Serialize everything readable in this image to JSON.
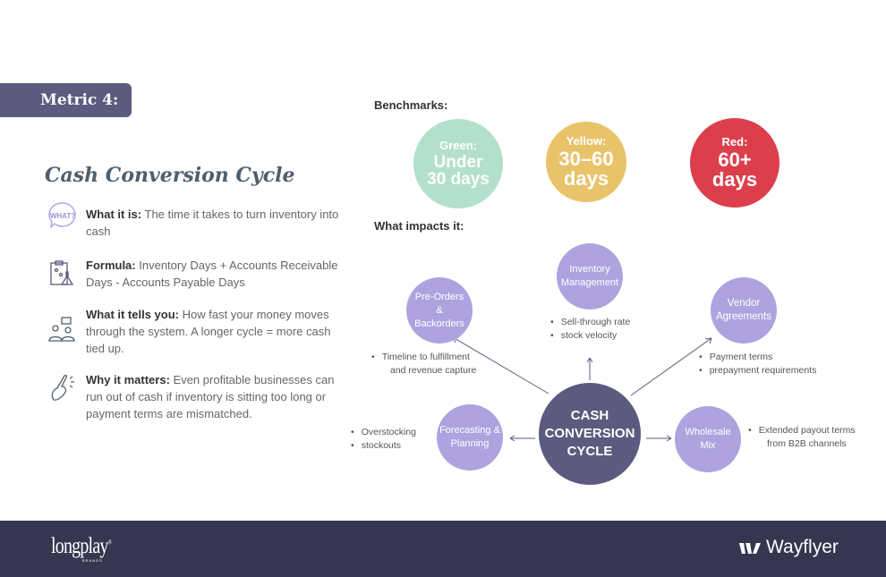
{
  "metric_tab": "Metric 4:",
  "title": "Cash Conversion Cycle",
  "items": [
    {
      "icon": "what-speech-bubble-icon",
      "icon_text": "WHAT?",
      "label": "What it is:",
      "text": "The time it takes to turn inventory into cash"
    },
    {
      "icon": "formula-clipboard-flask-icon",
      "label": "Formula:",
      "text": "Inventory Days + Accounts Receivable Days - Accounts Payable Days"
    },
    {
      "icon": "people-chat-icon",
      "label": "What it tells you:",
      "text": "How fast your money moves through the system. A longer cycle = more cash tied up."
    },
    {
      "icon": "pointing-hand-icon",
      "label": "Why it matters:",
      "text": "Even profitable businesses can run out of cash if inventory is sitting too long or payment terms are mismatched."
    }
  ],
  "benchmarks": {
    "heading": "Benchmarks:",
    "green": {
      "label": "Green:",
      "value": "Under 30 days",
      "color": "#b3e0cc"
    },
    "yellow": {
      "label": "Yellow:",
      "value": "30–60 days",
      "color": "#e9c36a"
    },
    "red": {
      "label": "Red:",
      "value": "60+ days",
      "color": "#dc3f4c"
    }
  },
  "impacts": {
    "heading": "What impacts it:",
    "center": "CASH CONVERSION CYCLE",
    "inventory": {
      "label": "Inventory Management",
      "bullets": [
        "Sell-through rate",
        "stock velocity"
      ]
    },
    "preorders": {
      "label": "Pre-Orders & Backorders",
      "bullets": [
        "Timeline to fulfillment",
        "and revenue capture"
      ]
    },
    "vendor": {
      "label": "Vendor Agreements",
      "bullets": [
        "Payment terms",
        "prepayment requirements"
      ]
    },
    "forecasting": {
      "label": "Forecasting & Planning",
      "bullets": [
        "Overstocking",
        "stockouts"
      ]
    },
    "wholesale": {
      "label": "Wholesale Mix",
      "bullets": [
        "Extended payout terms",
        "from B2B channels"
      ]
    }
  },
  "footer": {
    "left_logo": "longplay",
    "left_logo_sub": "BRANDS",
    "right_logo": "Wayflyer"
  }
}
